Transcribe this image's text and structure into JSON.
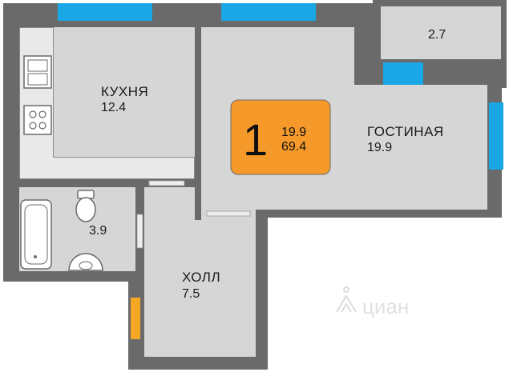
{
  "colors": {
    "wall": "#6a6a6a",
    "floor": "#d6d6d6",
    "window": "#1aa7e6",
    "door_accent": "#f5a623",
    "badge": "#f59a2a",
    "fixture": "#ffffff"
  },
  "badge": {
    "rooms": "1",
    "living_area": "19.9",
    "total_area": "69.4"
  },
  "rooms": {
    "kitchen": {
      "name": "КУХНЯ",
      "area": "12.4"
    },
    "living": {
      "name": "ГОСТИНАЯ",
      "area": "19.9"
    },
    "balcony": {
      "area": "2.7"
    },
    "bathroom": {
      "area": "3.9"
    },
    "hall": {
      "name": "ХОЛЛ",
      "area": "7.5"
    }
  },
  "watermark": {
    "icon": "cian-logo-icon",
    "text": "циан"
  }
}
